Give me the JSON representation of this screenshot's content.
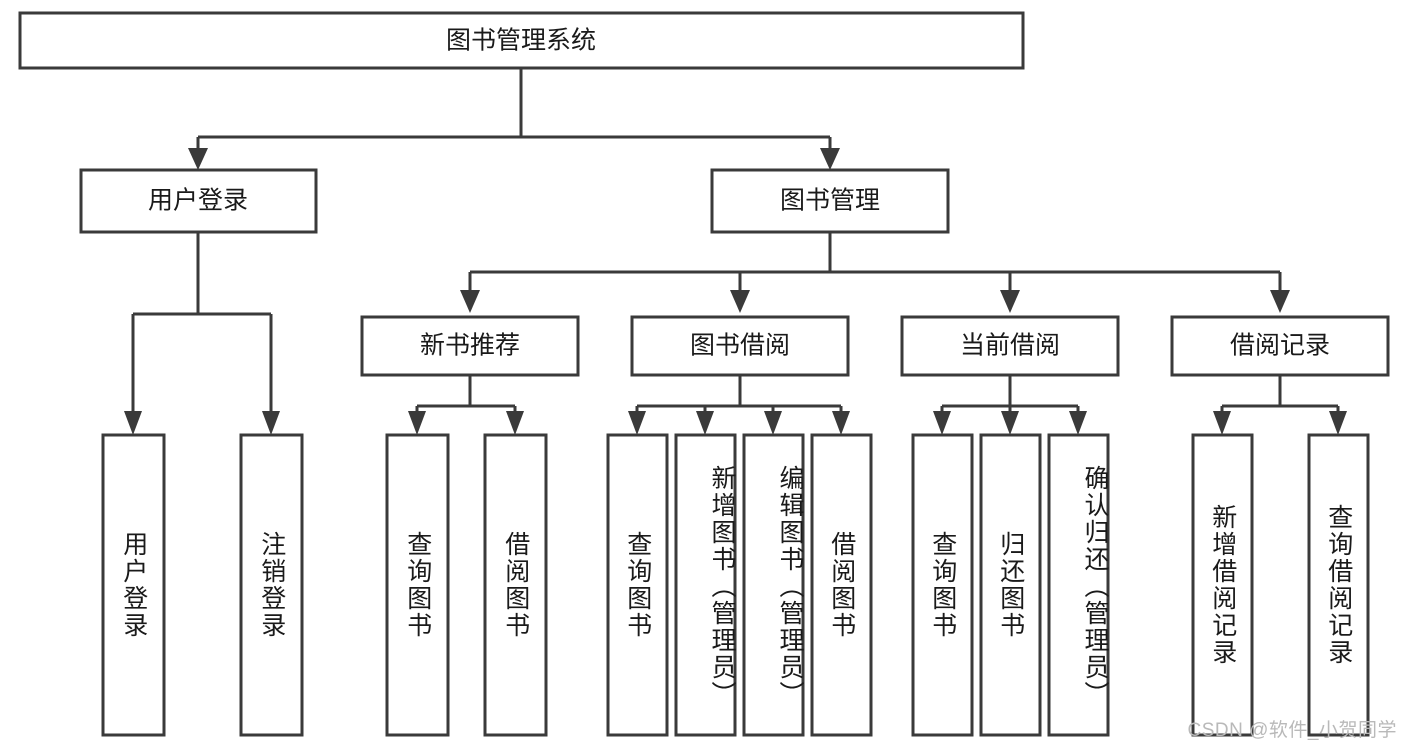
{
  "diagram": {
    "type": "tree",
    "title": "图书管理系统",
    "watermark": "CSDN @软件_小贺同学",
    "colors": {
      "stroke": "#3a3a3a",
      "fill": "#ffffff",
      "text": "#1a1a1a",
      "background": "#ffffff",
      "watermark": "#b9b9b9"
    },
    "root": {
      "id": "root",
      "label": "图书管理系统",
      "orientation": "horizontal"
    },
    "level2": [
      {
        "id": "user-login",
        "label": "用户登录",
        "orientation": "horizontal"
      },
      {
        "id": "book-management",
        "label": "图书管理",
        "orientation": "horizontal"
      }
    ],
    "level3": [
      {
        "id": "new-book-recommend",
        "label": "新书推荐",
        "orientation": "horizontal",
        "parent": "book-management"
      },
      {
        "id": "book-borrow",
        "label": "图书借阅",
        "orientation": "horizontal",
        "parent": "book-management"
      },
      {
        "id": "current-borrow",
        "label": "当前借阅",
        "orientation": "horizontal",
        "parent": "book-management"
      },
      {
        "id": "borrow-record",
        "label": "借阅记录",
        "orientation": "horizontal",
        "parent": "book-management"
      }
    ],
    "leaves": [
      {
        "id": "leaf-user-login",
        "label": "用户登录",
        "parent": "user-login",
        "orientation": "vertical"
      },
      {
        "id": "leaf-user-logout",
        "label": "注销登录",
        "parent": "user-login",
        "orientation": "vertical"
      },
      {
        "id": "leaf-query-book-1",
        "label": "查询图书",
        "parent": "new-book-recommend",
        "orientation": "vertical"
      },
      {
        "id": "leaf-borrow-book-1",
        "label": "借阅图书",
        "parent": "new-book-recommend",
        "orientation": "vertical"
      },
      {
        "id": "leaf-query-book-2",
        "label": "查询图书",
        "parent": "book-borrow",
        "orientation": "vertical"
      },
      {
        "id": "leaf-add-book",
        "label": "新增图书（管理员）",
        "parent": "book-borrow",
        "orientation": "vertical"
      },
      {
        "id": "leaf-edit-book",
        "label": "编辑图书（管理员）",
        "parent": "book-borrow",
        "orientation": "vertical"
      },
      {
        "id": "leaf-borrow-book-2",
        "label": "借阅图书",
        "parent": "book-borrow",
        "orientation": "vertical"
      },
      {
        "id": "leaf-query-book-3",
        "label": "查询图书",
        "parent": "current-borrow",
        "orientation": "vertical"
      },
      {
        "id": "leaf-return-book",
        "label": "归还图书",
        "parent": "current-borrow",
        "orientation": "vertical"
      },
      {
        "id": "leaf-confirm-return",
        "label": "确认归还（管理员）",
        "parent": "current-borrow",
        "orientation": "vertical"
      },
      {
        "id": "leaf-add-record",
        "label": "新增借阅记录",
        "parent": "borrow-record",
        "orientation": "vertical"
      },
      {
        "id": "leaf-query-record",
        "label": "查询借阅记录",
        "parent": "borrow-record",
        "orientation": "vertical"
      }
    ]
  }
}
